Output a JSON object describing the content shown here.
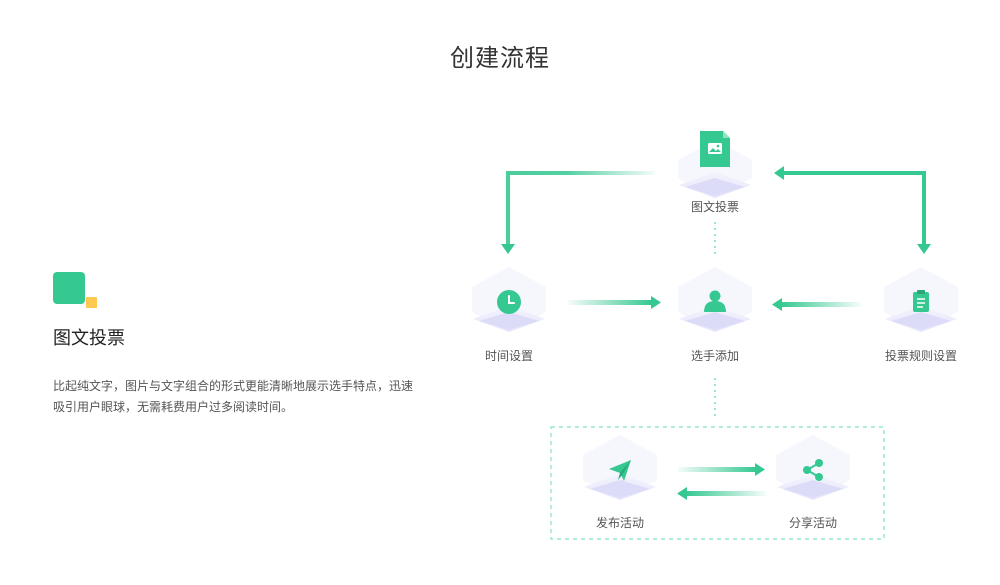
{
  "title": "创建流程",
  "intro": {
    "title": "图文投票",
    "description": "比起纯文字，图片与文字组合的形式更能清晰地展示选手特点，迅速吸引用户眼球，无需耗费用户过多阅读时间。"
  },
  "nodes": {
    "photo_vote": {
      "label": "图文投票",
      "icon": "image-document-icon"
    },
    "time_setting": {
      "label": "时间设置",
      "icon": "clock-icon"
    },
    "add_contestant": {
      "label": "选手添加",
      "icon": "person-icon"
    },
    "vote_rules": {
      "label": "投票规则设置",
      "icon": "clipboard-icon"
    },
    "publish": {
      "label": "发布活动",
      "icon": "paper-plane-icon"
    },
    "share": {
      "label": "分享活动",
      "icon": "share-icon"
    }
  },
  "colors": {
    "accent": "#35c891",
    "accent_light": "#9be8c5",
    "yellow": "#ffc851",
    "platform": "#e3e3fb"
  }
}
